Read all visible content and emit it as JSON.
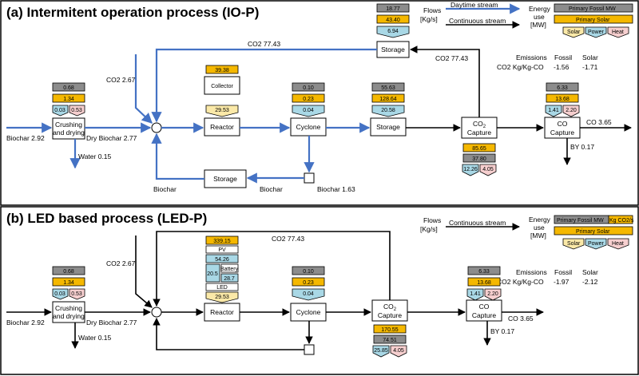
{
  "panel_a": {
    "title": "(a) Intermitent operation process (IO-P)",
    "legend": {
      "flows_label": "Flows\n[Kg/s]",
      "daytime": "Daytime stream",
      "continuous": "Continuous stream",
      "energy_label": "Energy\nuse\n[MW]",
      "primary_fossil": "Primary Fossil MW",
      "primary_solar": "Primary Solar",
      "solar": "Solar",
      "power": "Power",
      "heat": "Heat"
    },
    "emissions": {
      "label": "Emissions",
      "unit": "CO2 Kg/Kg-CO",
      "fossil_label": "Fossil",
      "solar_label": "Solar",
      "fossil": "-1.56",
      "solar": "-1.71"
    },
    "labels": {
      "co2_in": "CO2 2.67",
      "co2_top": "CO2 77.43",
      "co2_side": "CO2 77.43",
      "biochar_in": "Biochar 2.92",
      "dry_biochar": "Dry Biochar 2.77",
      "water": "Water 0.15",
      "biochar_loop": "Biochar",
      "biochar_loop2": "Biochar",
      "biochar_out": "Biochar 1.63",
      "co_out": "CO 3.65",
      "by": "BY 0.17"
    },
    "units": {
      "crushing": "Crushing\nand drying",
      "reactor": "Reactor",
      "collector": "Collector",
      "cyclone": "Cyclone",
      "storage_mid": "Storage",
      "storage_top": "Storage",
      "storage_bottom": "Storage",
      "co2_capture": "CO2\nCapture",
      "co_capture": "CO\nCapture"
    },
    "energy": {
      "storage_top": {
        "g": "18.77",
        "y": "43.40",
        "b": "6.94"
      },
      "crushing": {
        "g": "0.68",
        "y": "1.34",
        "b": "0.03",
        "r": "0.53"
      },
      "collector": {
        "y_top": "39.38",
        "ly": "29.53"
      },
      "cyclone": {
        "g": "0.10",
        "y": "0.23",
        "b": "0.04"
      },
      "storage_mid": {
        "g": "55.63",
        "y": "128.64",
        "b": "20.58"
      },
      "co_capture": {
        "g": "6.33",
        "y": "13.68",
        "b": "1.41",
        "r": "2.20"
      },
      "co2_capture": {
        "y": "85.65",
        "g": "37.80",
        "b": "12.26",
        "r": "4.05"
      }
    }
  },
  "panel_b": {
    "title": "(b) LED based process (LED-P)",
    "legend": {
      "flows_label": "Flows\n[Kg/s]",
      "continuous": "Continuous stream",
      "energy_label": "Energy\nuse\n[MW]",
      "primary_fossil": "Primary Fossil MW",
      "kg_co2": "Kg CO2/s",
      "primary_solar": "Primary Solar",
      "solar": "Solar",
      "power": "Power",
      "heat": "Heat"
    },
    "emissions": {
      "label": "Emissions",
      "unit": "CO2 Kg/Kg-CO",
      "fossil_label": "Fossil",
      "solar_label": "Solar",
      "fossil": "-1.97",
      "solar": "-2.12"
    },
    "labels": {
      "co2_in": "CO2 2.67",
      "co2_top": "CO2 77.43",
      "biochar_in": "Biochar 2.92",
      "dry_biochar": "Dry Biochar 2.77",
      "water": "Water 0.15",
      "co_out": "CO 3.65",
      "by": "BY 0.17"
    },
    "units": {
      "crushing": "Crushing\nand drying",
      "reactor": "Reactor",
      "cyclone": "Cyclone",
      "co2_capture": "CO2\nCapture",
      "co_capture": "CO\nCapture",
      "pv": "PV",
      "battery": "Battery",
      "led": "LED"
    },
    "energy": {
      "crushing": {
        "g": "0.68",
        "y": "1.34",
        "b": "0.03",
        "r": "0.53"
      },
      "reactor": {
        "y": "339.15",
        "b1": "54.26",
        "b2": "20.5",
        "b3": "28.7",
        "ly": "29.53"
      },
      "cyclone": {
        "g": "0.10",
        "y": "0.23",
        "b": "0.04"
      },
      "co_capture": {
        "g": "6.33",
        "y": "13.68",
        "b": "1.41",
        "r": "2.20"
      },
      "co2_capture": {
        "y": "170.55",
        "g": "74.51",
        "b": "25.85",
        "r": "4.05"
      }
    }
  }
}
